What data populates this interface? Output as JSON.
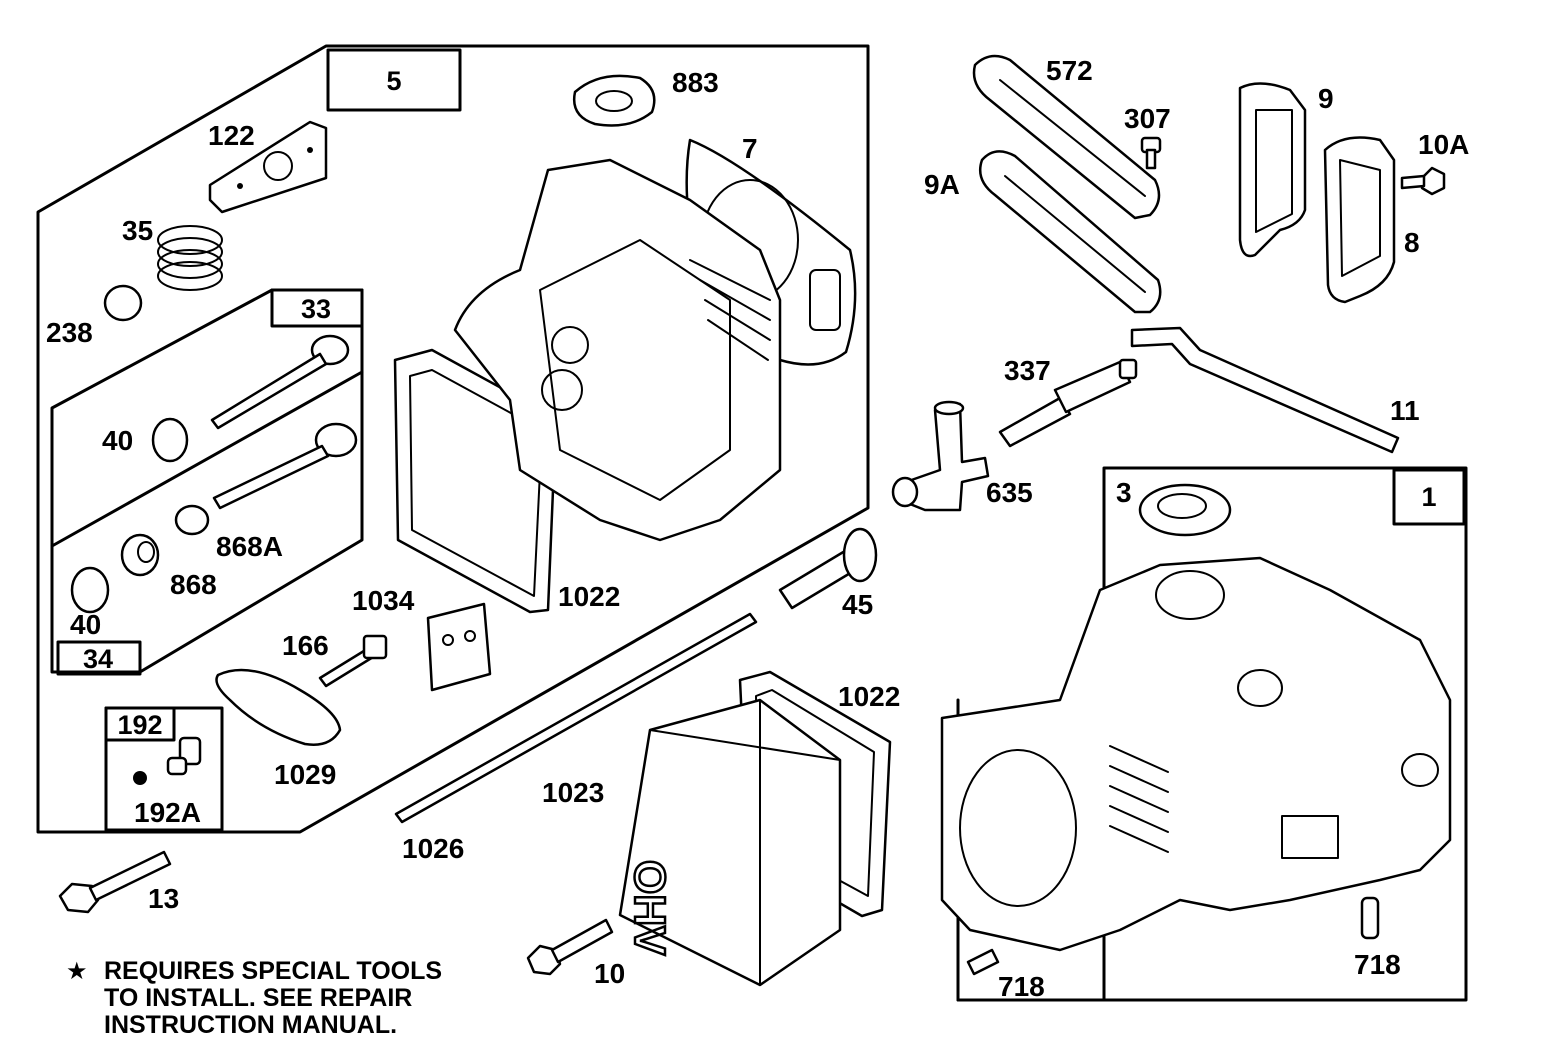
{
  "callouts": {
    "c5": "5",
    "c122": "122",
    "c35": "35",
    "c238": "238",
    "c33": "33",
    "c40a": "40",
    "c868a": "868A",
    "c868": "868",
    "c40b": "40",
    "c34": "34",
    "c192": "192",
    "c192a": "192A",
    "c1029": "1029",
    "c166": "166",
    "c1034": "1034",
    "c1022a": "1022",
    "c883": "883",
    "c7": "7",
    "c13": "13",
    "c1026": "1026",
    "c1023": "1023",
    "c1022b": "1022",
    "c10": "10",
    "c45": "45",
    "c572": "572",
    "c307": "307",
    "c9a": "9A",
    "c9": "9",
    "c10a": "10A",
    "c8": "8",
    "c337": "337",
    "c11": "11",
    "c635": "635",
    "c3": "3",
    "c1": "1",
    "c718a": "718",
    "c718b": "718"
  },
  "cover_marking": "OHV",
  "note": {
    "star": "★",
    "line1": "REQUIRES SPECIAL TOOLS",
    "line2": "TO INSTALL.  SEE REPAIR",
    "line3": "INSTRUCTION MANUAL."
  }
}
